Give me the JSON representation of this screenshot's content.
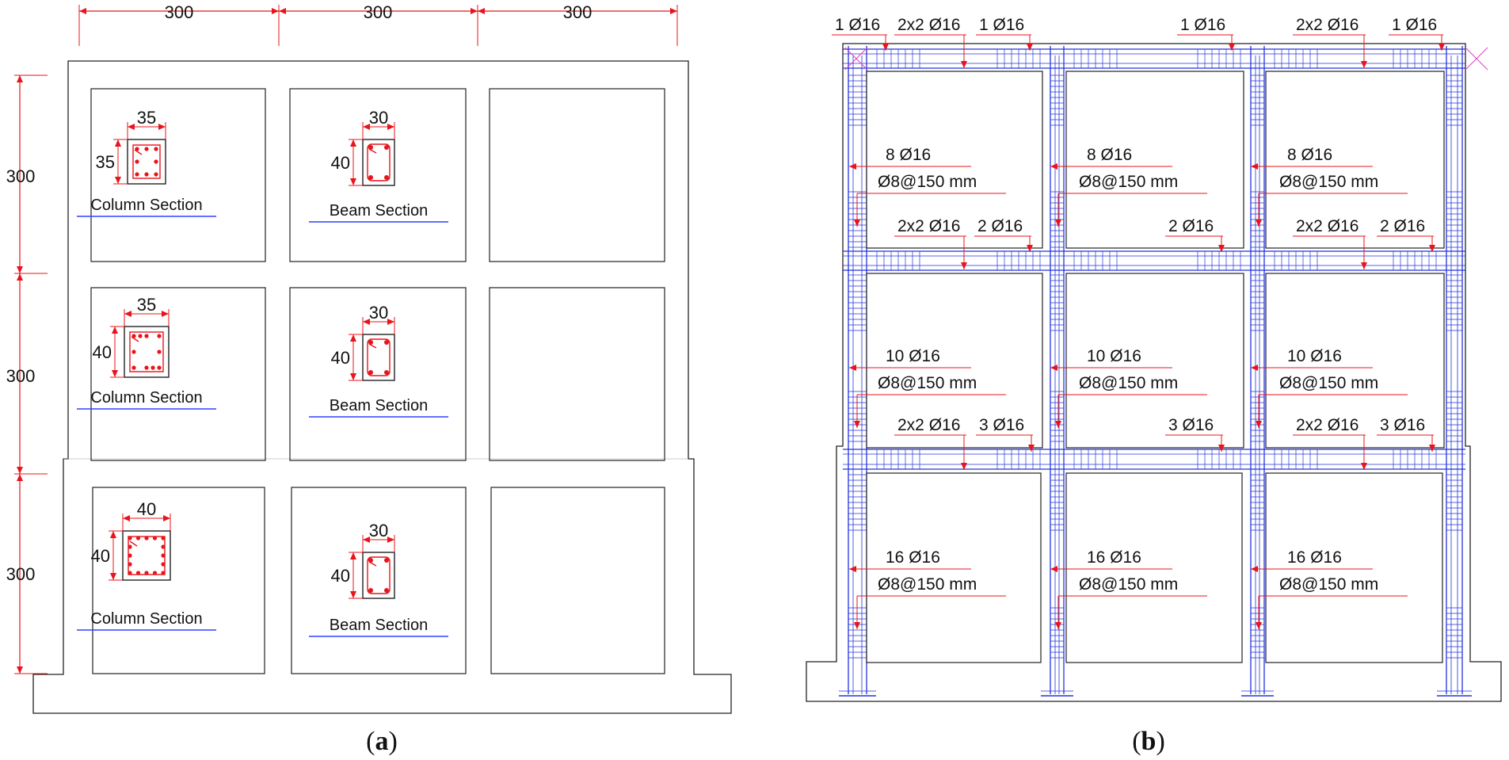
{
  "panel_a": {
    "caption_letter": "a",
    "bay_dims": [
      "300",
      "300",
      "300"
    ],
    "storey_dims": [
      "300",
      "300",
      "300"
    ],
    "storeys": [
      {
        "column": {
          "title": "Column Section",
          "w": "35",
          "h": "35"
        },
        "beam": {
          "title": "Beam Section",
          "w": "30",
          "h": "40"
        }
      },
      {
        "column": {
          "title": "Column Section",
          "w": "35",
          "h": "40"
        },
        "beam": {
          "title": "Beam Section",
          "w": "30",
          "h": "40"
        }
      },
      {
        "column": {
          "title": "Column Section",
          "w": "40",
          "h": "40"
        },
        "beam": {
          "title": "Beam Section",
          "w": "30",
          "h": "40"
        }
      }
    ]
  },
  "panel_b": {
    "caption_letter": "b",
    "top_beam_labels": [
      "1 Ø16",
      "2x2 Ø16",
      "1 Ø16",
      "1 Ø16",
      "2x2 Ø16",
      "1 Ø16"
    ],
    "floor2_beam_labels": [
      "2x2 Ø16",
      "2 Ø16",
      "2 Ø16",
      "2x2 Ø16",
      "2 Ø16"
    ],
    "floor1_beam_labels": [
      "2x2 Ø16",
      "3 Ø16",
      "3 Ø16",
      "2x2 Ø16",
      "3 Ø16"
    ],
    "storey_column_bars": [
      "8 Ø16",
      "10 Ø16",
      "16 Ø16"
    ],
    "stirrups": "Ø8@150 mm"
  },
  "colors": {
    "line": "#222222",
    "rebar_blue": "#2233dd",
    "annotation_red": "#e8141b",
    "title_underline": "#3040ff"
  }
}
